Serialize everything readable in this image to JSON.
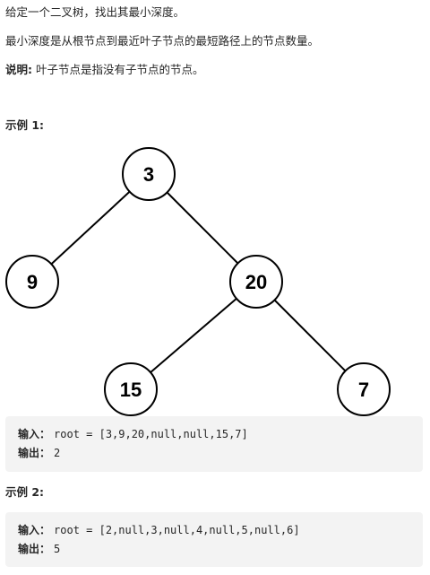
{
  "problem": {
    "line1": "给定一个二叉树，找出其最小深度。",
    "line2": "最小深度是从根节点到最近叶子节点的最短路径上的节点数量。",
    "note_label": "说明:",
    "note_text": " 叶子节点是指没有子节点的节点。"
  },
  "example1": {
    "title": "示例 1:",
    "tree": {
      "nodes": [
        {
          "id": "n3",
          "label": "3"
        },
        {
          "id": "n9",
          "label": "9"
        },
        {
          "id": "n20",
          "label": "20"
        },
        {
          "id": "n15",
          "label": "15"
        },
        {
          "id": "n7",
          "label": "7"
        }
      ],
      "edges": [
        [
          "n3",
          "n9"
        ],
        [
          "n3",
          "n20"
        ],
        [
          "n20",
          "n15"
        ],
        [
          "n20",
          "n7"
        ]
      ]
    },
    "input_label": "输入：",
    "input_value": "root = [3,9,20,null,null,15,7]",
    "output_label": "输出：",
    "output_value": "2"
  },
  "example2": {
    "title": "示例 2:",
    "input_label": "输入：",
    "input_value": "root = [2,null,3,null,4,null,5,null,6]",
    "output_label": "输出：",
    "output_value": "5"
  }
}
